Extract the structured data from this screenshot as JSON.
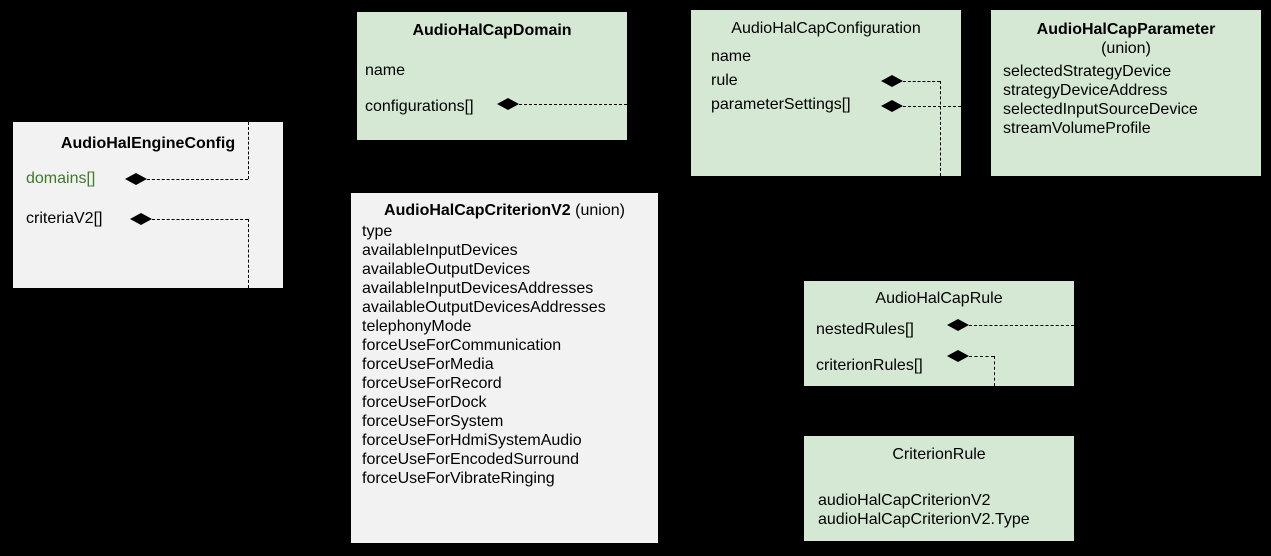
{
  "diagram": {
    "title_hidden": "",
    "colors": {
      "background": "#000000",
      "green_fill": "#d5e8d4",
      "gray_fill": "#f2f2f2",
      "text": "#000000",
      "green_text": "#3e7a28",
      "connector": "#000000"
    }
  },
  "boxes": {
    "engine_config": {
      "title": "AudioHalEngineConfig",
      "title_suffix": "",
      "attributes": [
        {
          "label": "domains[]",
          "color": "green",
          "diamond": true
        },
        {
          "label": "criteriaV2[]",
          "color": "black",
          "diamond": true
        }
      ]
    },
    "cap_domain": {
      "title": "AudioHalCapDomain",
      "title_suffix": "",
      "attributes": [
        {
          "label": "name",
          "diamond": false
        },
        {
          "label": "configurations[]",
          "diamond": true
        }
      ]
    },
    "cap_configuration": {
      "title": "AudioHalCapConfiguration",
      "title_suffix": "",
      "attributes": [
        {
          "label": "name",
          "diamond": false
        },
        {
          "label": "rule",
          "diamond": true
        },
        {
          "label": "parameterSettings[]",
          "diamond": true
        }
      ]
    },
    "cap_parameter": {
      "title": "AudioHalCapParameter",
      "title_suffix": "(union)",
      "attributes": [
        {
          "label": "selectedStrategyDevice"
        },
        {
          "label": "strategyDeviceAddress"
        },
        {
          "label": "selectedInputSourceDevice"
        },
        {
          "label": "streamVolumeProfile"
        }
      ]
    },
    "cap_criterion_v2": {
      "title": "AudioHalCapCriterionV2",
      "title_suffix": "(union)",
      "attributes": [
        {
          "label": "type"
        },
        {
          "label": "availableInputDevices"
        },
        {
          "label": "availableOutputDevices"
        },
        {
          "label": "availableInputDevicesAddresses"
        },
        {
          "label": "availableOutputDevicesAddresses"
        },
        {
          "label": "telephonyMode"
        },
        {
          "label": "forceUseForCommunication"
        },
        {
          "label": "forceUseForMedia"
        },
        {
          "label": "forceUseForRecord"
        },
        {
          "label": "forceUseForDock"
        },
        {
          "label": "forceUseForSystem"
        },
        {
          "label": "forceUseForHdmiSystemAudio"
        },
        {
          "label": "forceUseForEncodedSurround"
        },
        {
          "label": "forceUseForVibrateRinging"
        }
      ]
    },
    "cap_rule": {
      "title": "AudioHalCapRule",
      "title_suffix": "",
      "attributes": [
        {
          "label": "nestedRules[]",
          "diamond": true
        },
        {
          "label": "criterionRules[]",
          "diamond": true
        }
      ]
    },
    "criterion_rule": {
      "title": "CriterionRule",
      "title_suffix": "",
      "attributes": [
        {
          "label": "audioHalCapCriterionV2"
        },
        {
          "label": "audioHalCapCriterionV2.Type"
        }
      ]
    }
  }
}
